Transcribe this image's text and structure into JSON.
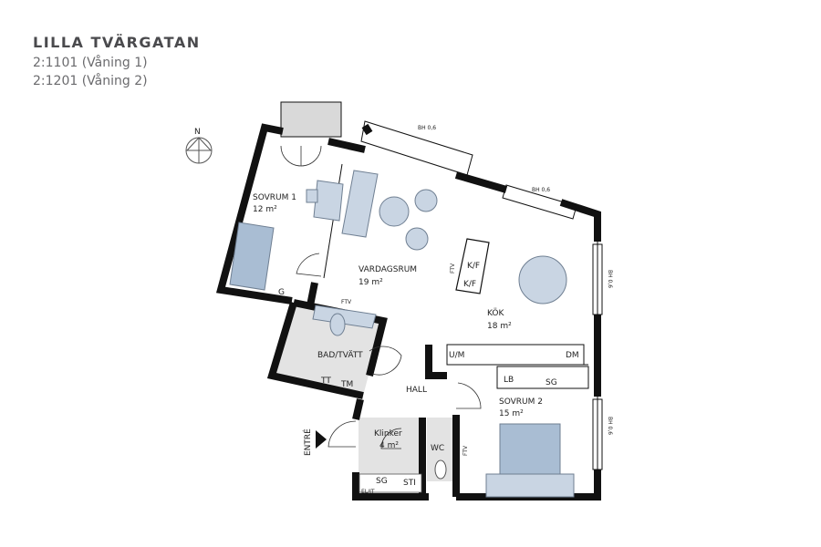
{
  "header": {
    "title": "LILLA TVÄRGATAN",
    "lines": [
      "2:1101 (Våning 1)",
      "2:1201 (Våning 2)"
    ]
  },
  "compass": {
    "label": "N"
  },
  "rooms": {
    "sovrum1": {
      "name": "SOVRUM 1",
      "area": "12 m²"
    },
    "vardagsrum": {
      "name": "VARDAGSRUM",
      "area": "19 m²"
    },
    "kok": {
      "name": "KÖK",
      "area": "18 m²"
    },
    "bad": {
      "name": "BAD/TVÄTT"
    },
    "hall": {
      "name": "HALL"
    },
    "sovrum2": {
      "name": "SOVRUM 2",
      "area": "15 m²"
    },
    "klinker": {
      "name": "Klinker",
      "area": "4 m²"
    },
    "wc": {
      "name": "WC"
    }
  },
  "fixtures": {
    "g": "G",
    "ftv": "FTV",
    "kf1": "K/F",
    "kf2": "K/F",
    "um": "U/M",
    "dm": "DM",
    "lb": "LB",
    "sg": "SG",
    "tt": "TT",
    "tm": "TM",
    "sg2": "SG",
    "sti": "STI",
    "elit": "EL/IT"
  },
  "window_notes": [
    "BH 0,6",
    "BH 0,6",
    "BH 0,6",
    "BH 0,6"
  ],
  "entrance": {
    "label": "ENTRÉ"
  },
  "colors": {
    "walls": "#111111",
    "furniture": "#c9d5e3",
    "bed": "#a9bdd3",
    "tile": "#e3e3e3",
    "title": "#4a4a4d"
  }
}
